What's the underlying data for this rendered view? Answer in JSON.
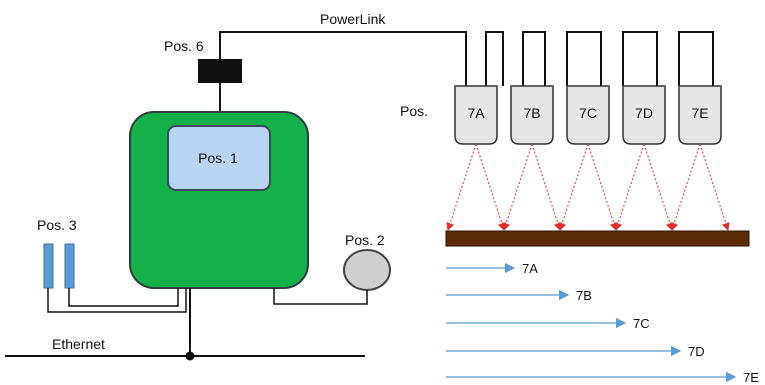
{
  "labels": {
    "powerlink": "PowerLink",
    "pos6": "Pos. 6",
    "pos1": "Pos. 1",
    "pos2": "Pos. 2",
    "pos3": "Pos. 3",
    "pos": "Pos.",
    "ethernet": "Ethernet"
  },
  "sensors": [
    "7A",
    "7B",
    "7C",
    "7D",
    "7E"
  ],
  "arrows": [
    "7A",
    "7B",
    "7C",
    "7D",
    "7E"
  ],
  "colors": {
    "controller": "#14b04a",
    "screen": "#b9d3f3",
    "module": "#101010",
    "sensor": "#e6e6e6",
    "conveyor": "#5b2c06",
    "laser": "#e03030",
    "pos3_bars": "#5b9bd5",
    "motion_arrow": "#5b9bd5",
    "pos2_disc": "#cfcfcf"
  }
}
